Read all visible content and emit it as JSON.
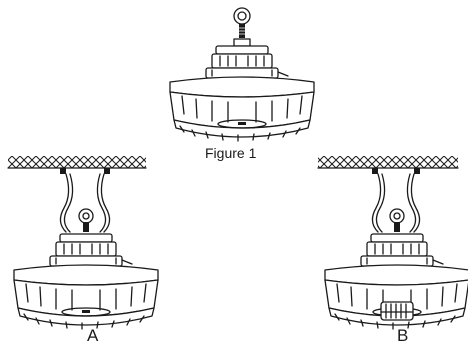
{
  "figure": {
    "caption_figure1": "Figure 1",
    "caption_a": "A",
    "caption_b": "B"
  },
  "icons": [
    "eye-bolt-icon",
    "high-bay-light-icon",
    "ceiling-mount-icon",
    "sensor-module-icon"
  ],
  "colors": {
    "line": "#1a1a1a",
    "background": "#ffffff"
  }
}
